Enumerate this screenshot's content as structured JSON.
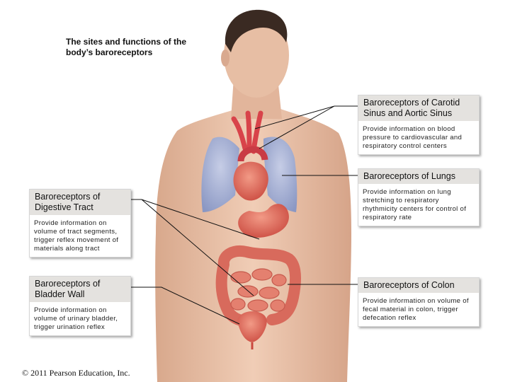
{
  "title": "The sites and functions of the body’s baroreceptors",
  "boxes": {
    "carotid": {
      "heading": "Baroreceptors of Carotid Sinus and Aortic Sinus",
      "description": "Provide information on blood pressure to cardiovascular and respiratory control centers"
    },
    "lungs": {
      "heading": "Baroreceptors of Lungs",
      "description": "Provide information on lung stretching to respiratory rhythmicity centers for control of respiratory rate"
    },
    "digestive": {
      "heading": "Baroreceptors of Digestive Tract",
      "description": "Provide information on volume of tract segments, trigger reflex movement of materials along tract"
    },
    "bladder": {
      "heading": "Baroreceptors of Bladder Wall",
      "description": "Provide information on volume of urinary bladder, trigger urination reflex"
    },
    "colon": {
      "heading": "Baroreceptors of Colon",
      "description": "Provide information on volume of fecal material in colon, trigger defecation reflex"
    }
  },
  "copyright": "© 2011 Pearson Education, Inc.",
  "colors": {
    "skin": "#e9c4ad",
    "lung": "#a9b4d6",
    "organ": "#e0685a",
    "artery": "#d8434a",
    "hair": "#3a2a22",
    "box_header": "#e4e2df"
  }
}
